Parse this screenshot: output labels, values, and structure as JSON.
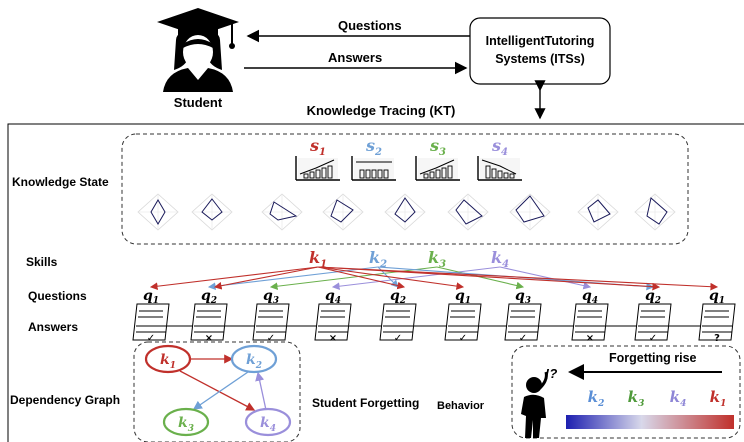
{
  "top": {
    "student_label": "Student",
    "questions_label": "Questions",
    "answers_label": "Answers",
    "its_line1": "IntelligentTutoring",
    "its_line2": "Systems (ITSs)",
    "kt_label": "Knowledge Tracing (KT)"
  },
  "rows": {
    "knowledge_state": "Knowledge State",
    "skills": "Skills",
    "questions": "Questions",
    "answers": "Answers",
    "dependency_graph": "Dependency Graph",
    "forgetting_behavior_a": "Student Forgetting",
    "forgetting_behavior_b": "Behavior"
  },
  "students": [
    {
      "name": "s",
      "sub": "1",
      "color": "#c0302b"
    },
    {
      "name": "s",
      "sub": "2",
      "color": "#6fa0d6"
    },
    {
      "name": "s",
      "sub": "3",
      "color": "#6ab04c"
    },
    {
      "name": "s",
      "sub": "4",
      "color": "#9a8fdb"
    }
  ],
  "skills": [
    {
      "name": "k",
      "sub": "1",
      "color": "#c0302b"
    },
    {
      "name": "k",
      "sub": "2",
      "color": "#6fa0d6"
    },
    {
      "name": "k",
      "sub": "3",
      "color": "#6ab04c"
    },
    {
      "name": "k",
      "sub": "4",
      "color": "#9a8fdb"
    }
  ],
  "sequence": {
    "questions": [
      "1",
      "2",
      "3",
      "4",
      "2",
      "1",
      "3",
      "4",
      "2",
      "1"
    ],
    "answers": [
      "✓",
      "×",
      "✓",
      "×",
      "✓",
      "✓",
      "✓",
      "×",
      "✓",
      "?"
    ]
  },
  "forgetting": {
    "title": "Forgetting rise",
    "order": [
      {
        "name": "k",
        "sub": "2",
        "color": "#5b8fd6"
      },
      {
        "name": "k",
        "sub": "3",
        "color": "#4f9a3a"
      },
      {
        "name": "k",
        "sub": "4",
        "color": "#8e86d6"
      },
      {
        "name": "k",
        "sub": "1",
        "color": "#c0302b"
      }
    ],
    "thinking": "!?"
  },
  "dependency": {
    "nodes": [
      {
        "name": "k",
        "sub": "1",
        "color": "#c0302b"
      },
      {
        "name": "k",
        "sub": "2",
        "color": "#6fa0d6"
      },
      {
        "name": "k",
        "sub": "3",
        "color": "#6ab04c"
      },
      {
        "name": "k",
        "sub": "4",
        "color": "#9a8fdb"
      }
    ]
  }
}
